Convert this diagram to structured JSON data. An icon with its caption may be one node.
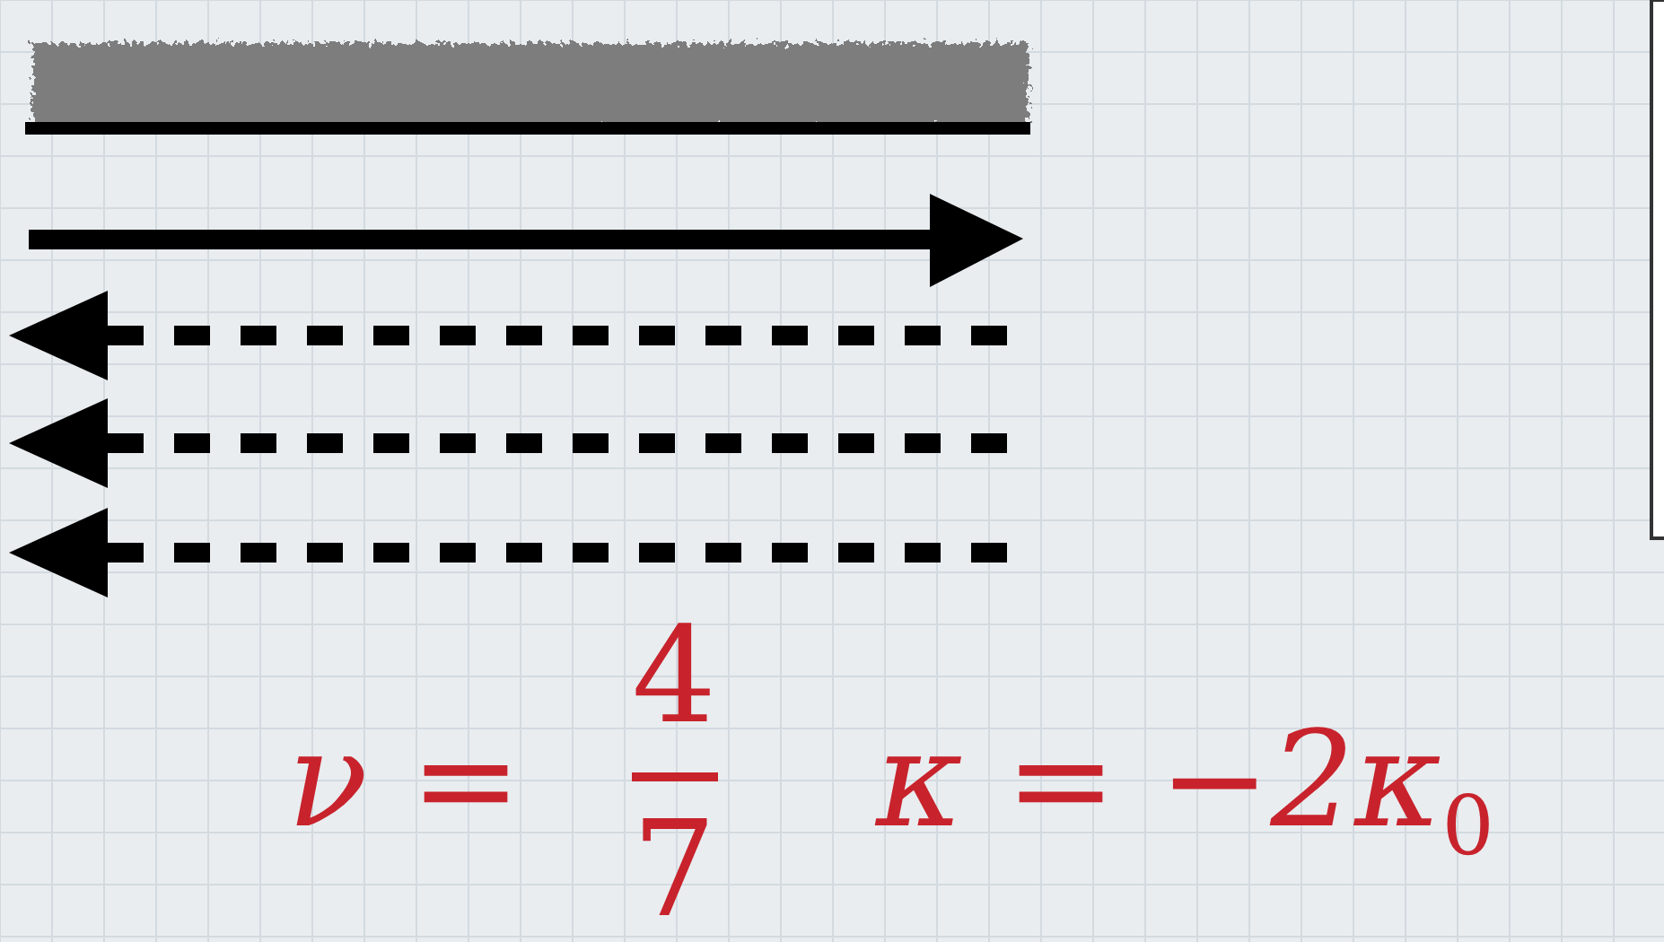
{
  "diagram": {
    "labels": [
      "ν =",
      "4",
      "7",
      "κ = −2κ$_{0}$"
    ]
  }
}
